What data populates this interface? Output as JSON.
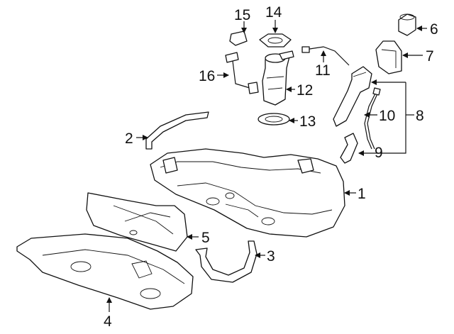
{
  "callouts": {
    "n1": "1",
    "n2": "2",
    "n3": "3",
    "n4": "4",
    "n5": "5",
    "n6": "6",
    "n7": "7",
    "n8": "8",
    "n9": "9",
    "n10": "10",
    "n11": "11",
    "n12": "12",
    "n13": "13",
    "n14": "14",
    "n15": "15",
    "n16": "16"
  },
  "colors": {
    "line": "#111111",
    "background": "#ffffff"
  }
}
